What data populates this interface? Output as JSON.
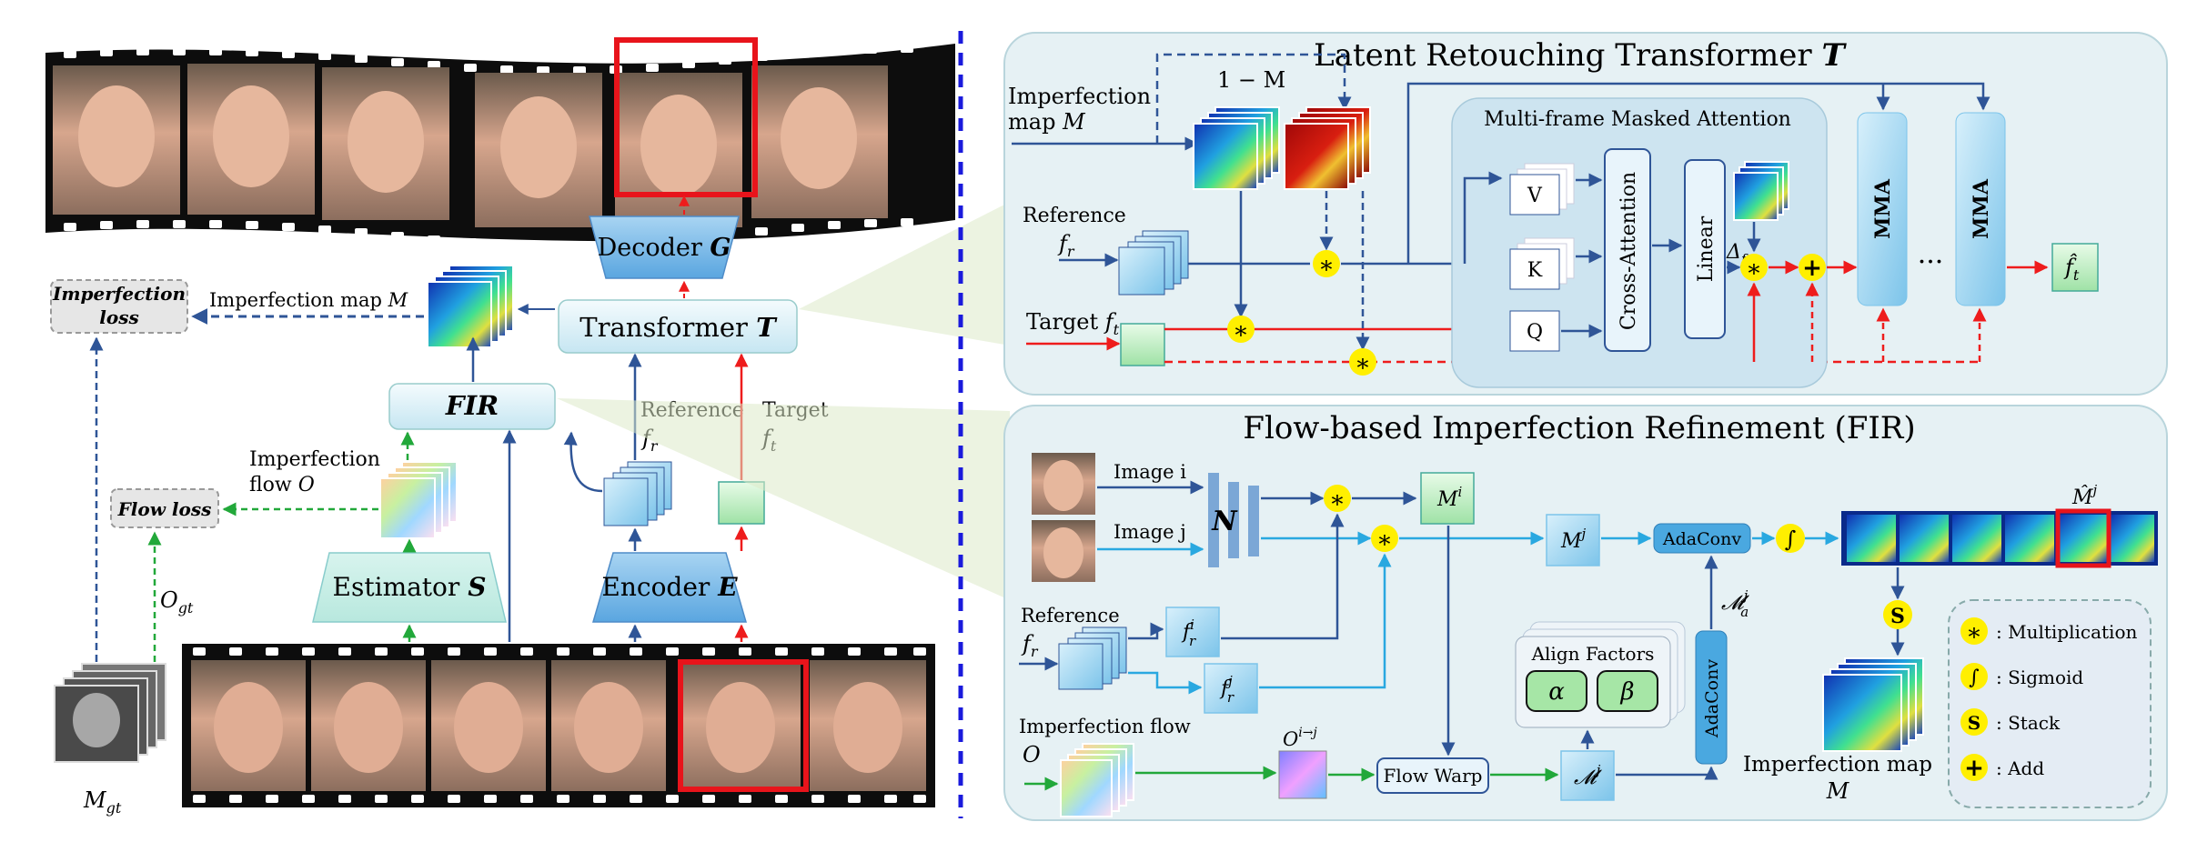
{
  "left_panel": {
    "imperfection_loss": "Imperfection loss",
    "imperfection_map_label": "Imperfection map",
    "imperfection_map_symbol": "M",
    "flow_loss": "Flow loss",
    "o_gt": "O",
    "o_gt_sub": "gt",
    "m_gt": "M",
    "m_gt_sub": "gt",
    "decoder": "Decoder",
    "decoder_sym": "G",
    "transformer": "Transformer",
    "transformer_sym": "T",
    "fir": "FIR",
    "reference": "Reference",
    "reference_sym": "f",
    "reference_sub": "r",
    "target": "Target",
    "target_sym": "f",
    "target_sub": "t",
    "imperfection_flow_line1": "Imperfection",
    "imperfection_flow_line2": "flow",
    "imperfection_flow_sym": "O",
    "estimator": "Estimator",
    "estimator_sym": "S",
    "encoder": "Encoder",
    "encoder_sym": "E"
  },
  "top_panel": {
    "title": "Latent Retouching Transformer",
    "title_sym": "T",
    "imperfection_map_line1": "Imperfection",
    "imperfection_map_line2": "map",
    "imperfection_map_sym": "M",
    "one_minus_m": "1 − M",
    "reference": "Reference",
    "reference_sym": "f",
    "reference_sub": "r",
    "target": "Target",
    "target_sym": "f",
    "target_sub": "t",
    "mma_title": "Multi-frame Masked Attention",
    "v": "V",
    "k": "K",
    "q": "Q",
    "cross_attention": "Cross-Attention",
    "linear": "Linear",
    "delta": "Δ",
    "delta_sub": "f",
    "delta_sub2": "t",
    "mma1": "MMA",
    "mma2": "MMA",
    "ellipsis": "···",
    "output": "f̂",
    "output_sub": "t"
  },
  "bottom_panel": {
    "title": "Flow-based Imperfection Refinement (FIR)",
    "image_i": "Image i",
    "image_j": "Image j",
    "n": "N",
    "m_i": "M",
    "m_i_sup": "i",
    "m_j": "M",
    "m_j_sup": "j",
    "adaconv_h": "AdaConv",
    "adaconv_v": "AdaConv",
    "ma_j": "𝓜",
    "ma_j_sub": "a",
    "ma_j_sup": "j",
    "mhat_j": "M̂",
    "mhat_j_sup": "j",
    "reference": "Reference",
    "reference_sym": "f",
    "reference_sub": "r",
    "fri": "f",
    "fri_sub": "r",
    "fri_sup": "i",
    "frj": "f",
    "frj_sub": "r",
    "frj_sup": "j",
    "align_factors": "Align Factors",
    "alpha": "α",
    "beta": "β",
    "imperfection_flow": "Imperfection flow",
    "imperfection_flow_sym": "O",
    "o_ij": "O",
    "o_ij_sup": "i→j",
    "flow_warp": "Flow Warp",
    "mj_warp": "𝓜",
    "mj_warp_sup": "j",
    "stack_s": "S",
    "imperfection_map": "Imperfection map",
    "imperfection_map_sym": "M"
  },
  "legend": [
    {
      "glyph": "∗",
      "label": ": Multiplication"
    },
    {
      "glyph": "∫",
      "label": ": Sigmoid"
    },
    {
      "glyph": "S",
      "label": ": Stack"
    },
    {
      "glyph": "+",
      "label": ": Add"
    }
  ],
  "colors": {
    "blue_arrow": "#2f5597",
    "light_blue_arrow": "#29a8e0",
    "red_arrow": "#ee1c1c",
    "green_arrow": "#22a83a",
    "separator": "#1a1adc",
    "panel_fill": "#e6f1f4",
    "node_yellow": "#ffef00",
    "highlight_red": "#e8141b"
  }
}
